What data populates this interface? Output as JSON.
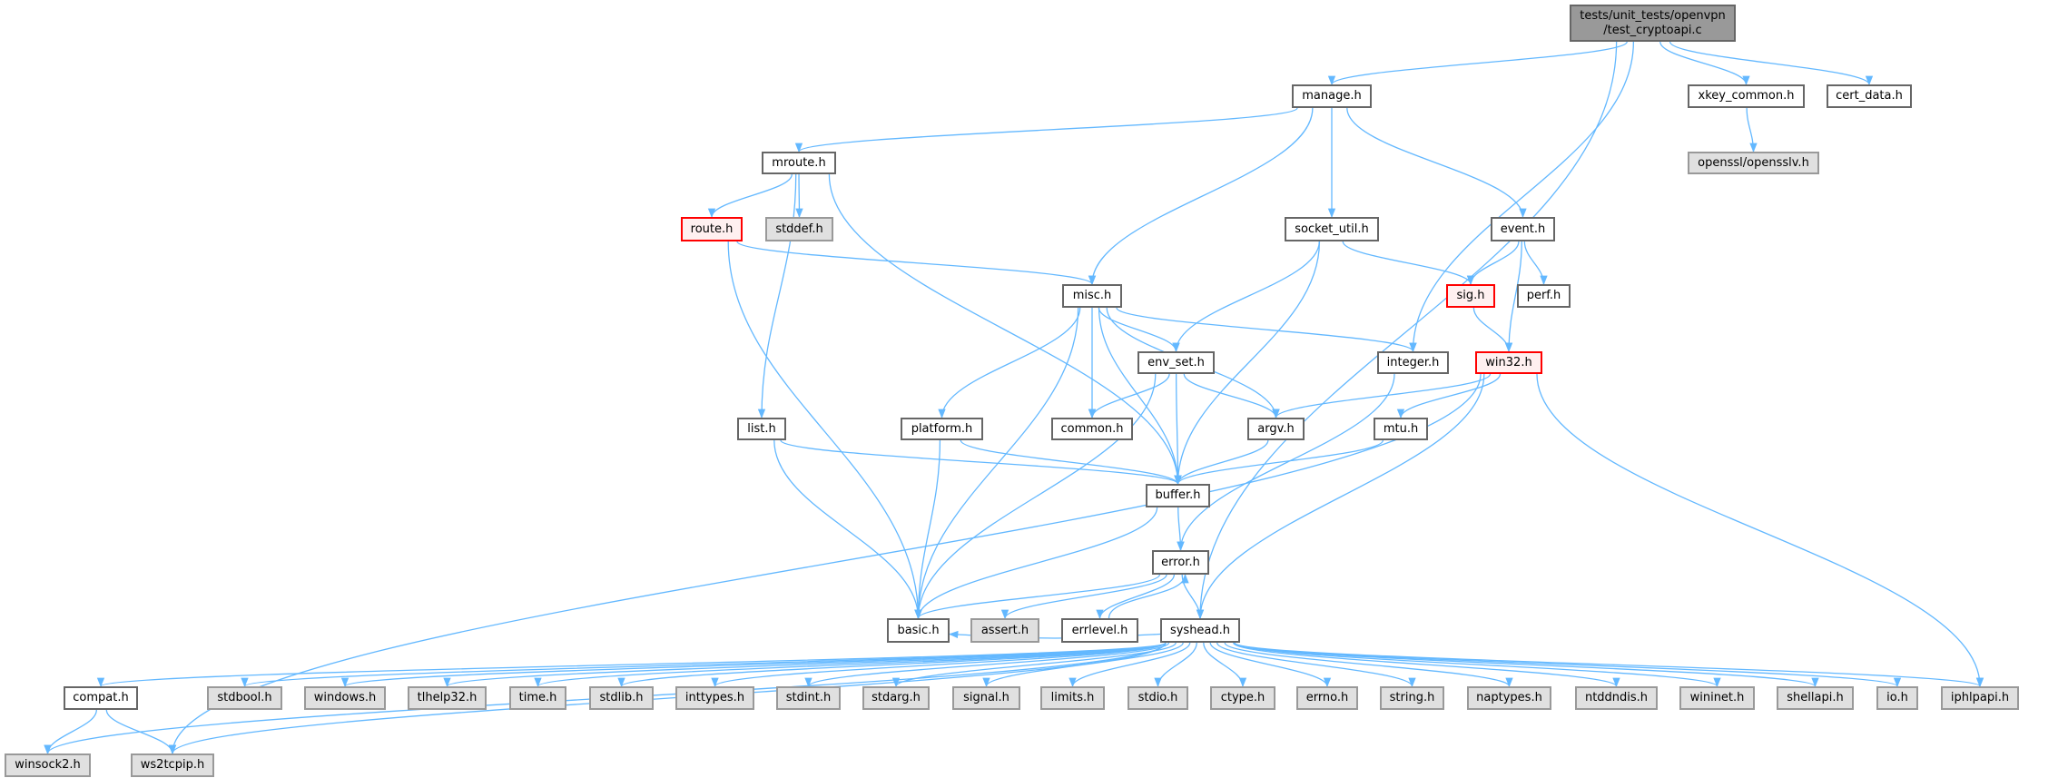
{
  "graph": {
    "title": "tests/unit_tests/openvpn/test_cryptoapi.c include dependency graph",
    "edge_color": "#63b8ff",
    "nodes": {
      "root": {
        "label": "tests/unit_tests/openvpn\n/test_cryptoapi.c",
        "kind": "root"
      },
      "manage": {
        "label": "manage.h",
        "kind": "normal"
      },
      "xkey_common": {
        "label": "xkey_common.h",
        "kind": "normal"
      },
      "cert_data": {
        "label": "cert_data.h",
        "kind": "normal"
      },
      "opensslv": {
        "label": "openssl/opensslv.h",
        "kind": "ext"
      },
      "mroute": {
        "label": "mroute.h",
        "kind": "normal"
      },
      "route": {
        "label": "route.h",
        "kind": "red"
      },
      "stddef": {
        "label": "stddef.h",
        "kind": "ext"
      },
      "socket_util": {
        "label": "socket_util.h",
        "kind": "normal"
      },
      "event": {
        "label": "event.h",
        "kind": "normal"
      },
      "misc": {
        "label": "misc.h",
        "kind": "normal"
      },
      "sig": {
        "label": "sig.h",
        "kind": "red"
      },
      "perf": {
        "label": "perf.h",
        "kind": "normal"
      },
      "env_set": {
        "label": "env_set.h",
        "kind": "normal"
      },
      "integer": {
        "label": "integer.h",
        "kind": "normal"
      },
      "win32": {
        "label": "win32.h",
        "kind": "red"
      },
      "list": {
        "label": "list.h",
        "kind": "normal"
      },
      "platform": {
        "label": "platform.h",
        "kind": "normal"
      },
      "common": {
        "label": "common.h",
        "kind": "normal"
      },
      "argv": {
        "label": "argv.h",
        "kind": "normal"
      },
      "mtu": {
        "label": "mtu.h",
        "kind": "normal"
      },
      "buffer": {
        "label": "buffer.h",
        "kind": "normal"
      },
      "error": {
        "label": "error.h",
        "kind": "normal"
      },
      "basic": {
        "label": "basic.h",
        "kind": "normal"
      },
      "assert": {
        "label": "assert.h",
        "kind": "ext"
      },
      "errlevel": {
        "label": "errlevel.h",
        "kind": "normal"
      },
      "syshead": {
        "label": "syshead.h",
        "kind": "normal"
      },
      "compat": {
        "label": "compat.h",
        "kind": "normal"
      },
      "stdbool": {
        "label": "stdbool.h",
        "kind": "ext"
      },
      "windows": {
        "label": "windows.h",
        "kind": "ext"
      },
      "tlhelp32": {
        "label": "tlhelp32.h",
        "kind": "ext"
      },
      "time": {
        "label": "time.h",
        "kind": "ext"
      },
      "stdlib": {
        "label": "stdlib.h",
        "kind": "ext"
      },
      "inttypes": {
        "label": "inttypes.h",
        "kind": "ext"
      },
      "stdint": {
        "label": "stdint.h",
        "kind": "ext"
      },
      "stdarg": {
        "label": "stdarg.h",
        "kind": "ext"
      },
      "signal": {
        "label": "signal.h",
        "kind": "ext"
      },
      "limits": {
        "label": "limits.h",
        "kind": "ext"
      },
      "stdio": {
        "label": "stdio.h",
        "kind": "ext"
      },
      "ctype": {
        "label": "ctype.h",
        "kind": "ext"
      },
      "errno": {
        "label": "errno.h",
        "kind": "ext"
      },
      "string": {
        "label": "string.h",
        "kind": "ext"
      },
      "naptypes": {
        "label": "naptypes.h",
        "kind": "ext"
      },
      "ntddndis": {
        "label": "ntddndis.h",
        "kind": "ext"
      },
      "wininet": {
        "label": "wininet.h",
        "kind": "ext"
      },
      "shellapi": {
        "label": "shellapi.h",
        "kind": "ext"
      },
      "io": {
        "label": "io.h",
        "kind": "ext"
      },
      "iphlpapi": {
        "label": "iphlpapi.h",
        "kind": "ext"
      },
      "winsock2": {
        "label": "winsock2.h",
        "kind": "ext"
      },
      "ws2tcpip": {
        "label": "ws2tcpip.h",
        "kind": "ext"
      }
    },
    "edges": [
      [
        "root",
        "manage"
      ],
      [
        "root",
        "integer"
      ],
      [
        "root",
        "syshead"
      ],
      [
        "root",
        "xkey_common"
      ],
      [
        "root",
        "cert_data"
      ],
      [
        "xkey_common",
        "opensslv"
      ],
      [
        "manage",
        "mroute"
      ],
      [
        "manage",
        "misc"
      ],
      [
        "manage",
        "socket_util"
      ],
      [
        "manage",
        "event"
      ],
      [
        "mroute",
        "route"
      ],
      [
        "mroute",
        "stddef"
      ],
      [
        "mroute",
        "list"
      ],
      [
        "mroute",
        "buffer"
      ],
      [
        "route",
        "misc"
      ],
      [
        "route",
        "basic"
      ],
      [
        "socket_util",
        "env_set"
      ],
      [
        "socket_util",
        "buffer"
      ],
      [
        "socket_util",
        "sig"
      ],
      [
        "event",
        "sig"
      ],
      [
        "event",
        "perf"
      ],
      [
        "event",
        "win32"
      ],
      [
        "sig",
        "win32"
      ],
      [
        "misc",
        "basic"
      ],
      [
        "misc",
        "platform"
      ],
      [
        "misc",
        "buffer"
      ],
      [
        "misc",
        "common"
      ],
      [
        "misc",
        "env_set"
      ],
      [
        "misc",
        "argv"
      ],
      [
        "misc",
        "integer"
      ],
      [
        "env_set",
        "common"
      ],
      [
        "env_set",
        "argv"
      ],
      [
        "env_set",
        "buffer"
      ],
      [
        "env_set",
        "basic"
      ],
      [
        "integer",
        "error"
      ],
      [
        "win32",
        "argv"
      ],
      [
        "win32",
        "mtu"
      ],
      [
        "win32",
        "syshead"
      ],
      [
        "win32",
        "iphlpapi"
      ],
      [
        "win32",
        "ws2tcpip"
      ],
      [
        "list",
        "buffer"
      ],
      [
        "list",
        "basic"
      ],
      [
        "platform",
        "buffer"
      ],
      [
        "platform",
        "basic"
      ],
      [
        "argv",
        "buffer"
      ],
      [
        "mtu",
        "buffer"
      ],
      [
        "buffer",
        "basic"
      ],
      [
        "buffer",
        "error"
      ],
      [
        "error",
        "basic"
      ],
      [
        "error",
        "assert"
      ],
      [
        "error",
        "errlevel"
      ],
      [
        "error",
        "syshead"
      ],
      [
        "errlevel",
        "error"
      ],
      [
        "syshead",
        "basic"
      ],
      [
        "syshead",
        "compat"
      ],
      [
        "syshead",
        "winsock2"
      ],
      [
        "syshead",
        "ws2tcpip"
      ],
      [
        "syshead",
        "stdbool"
      ],
      [
        "syshead",
        "windows"
      ],
      [
        "syshead",
        "tlhelp32"
      ],
      [
        "syshead",
        "time"
      ],
      [
        "syshead",
        "stdlib"
      ],
      [
        "syshead",
        "inttypes"
      ],
      [
        "syshead",
        "stdint"
      ],
      [
        "syshead",
        "stdarg"
      ],
      [
        "syshead",
        "signal"
      ],
      [
        "syshead",
        "limits"
      ],
      [
        "syshead",
        "stdio"
      ],
      [
        "syshead",
        "ctype"
      ],
      [
        "syshead",
        "errno"
      ],
      [
        "syshead",
        "string"
      ],
      [
        "syshead",
        "naptypes"
      ],
      [
        "syshead",
        "ntddndis"
      ],
      [
        "syshead",
        "wininet"
      ],
      [
        "syshead",
        "shellapi"
      ],
      [
        "syshead",
        "io"
      ],
      [
        "syshead",
        "iphlpapi"
      ],
      [
        "compat",
        "winsock2"
      ],
      [
        "compat",
        "ws2tcpip"
      ]
    ]
  }
}
